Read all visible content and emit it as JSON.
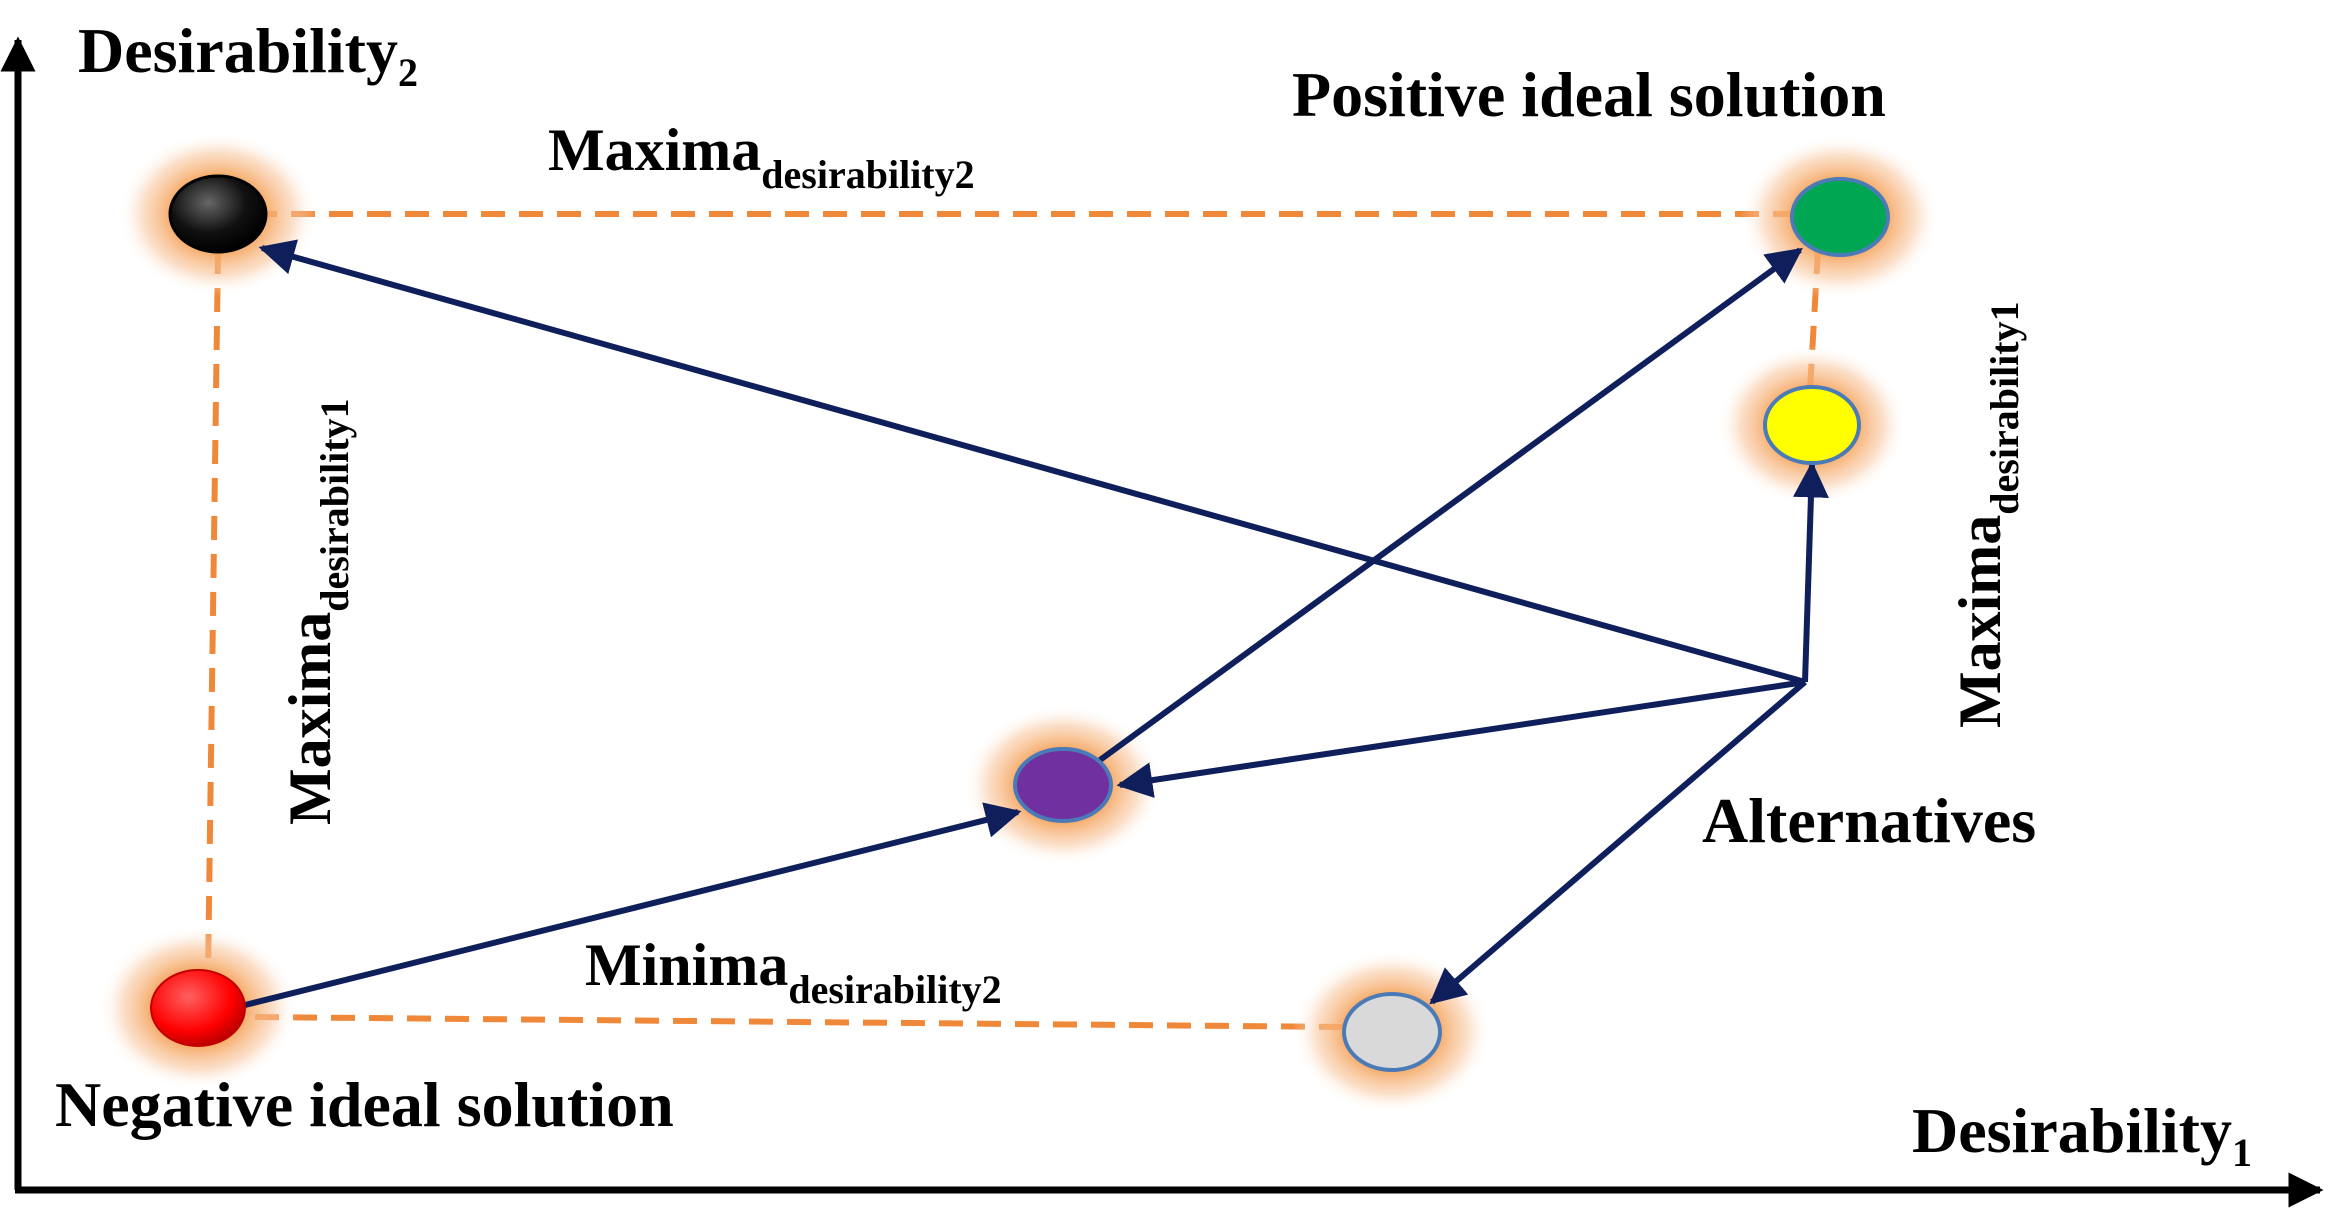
{
  "labels": {
    "y_axis_main": "Desirability",
    "y_axis_sub": "2",
    "x_axis_main": "Desirability",
    "x_axis_sub": "1",
    "positive_ideal": "Positive ideal solution",
    "negative_ideal": "Negative ideal solution",
    "alternatives": "Alternatives",
    "top_maxima_main": "Maxima",
    "top_maxima_sub": "desirability2",
    "left_maxima_main": "Maxima",
    "left_maxima_sub": "desirability1",
    "right_maxima_main": "Maxima",
    "right_maxima_sub": "desirability1",
    "bottom_minima_main": "Minima",
    "bottom_minima_sub": "desirability2"
  },
  "colors": {
    "axis": "#000000",
    "arrow": "#0f1f5c",
    "dashed": "#f0883a",
    "glow": "#f5a35a",
    "node_black": "#000000",
    "node_green": "#00a651",
    "node_yellow": "#ffff00",
    "node_purple": "#7030a0",
    "node_grey": "#d9d9d9",
    "node_red": "#ff0000",
    "node_outline": "#4a7bb7"
  },
  "nodes": [
    "black",
    "green",
    "yellow",
    "purple",
    "grey",
    "red"
  ]
}
